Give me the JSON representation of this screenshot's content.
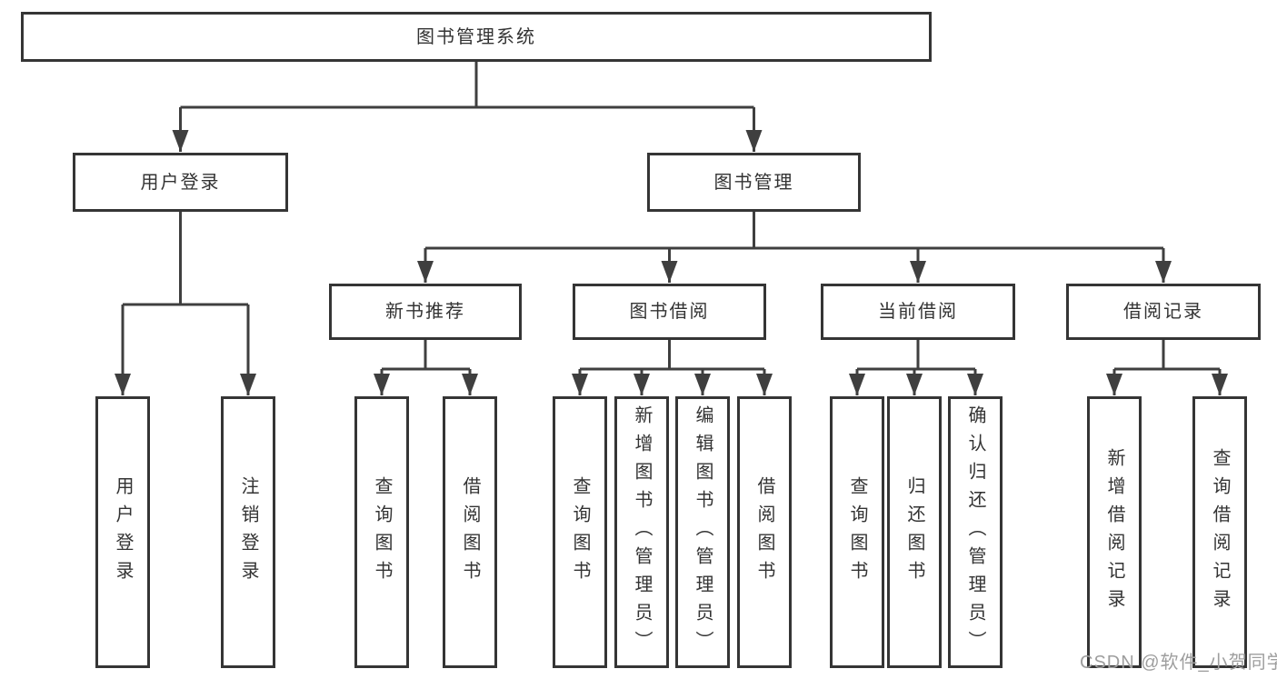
{
  "diagram": {
    "root": {
      "label": "图书管理系统"
    },
    "level2": [
      {
        "label": "用户登录"
      },
      {
        "label": "图书管理"
      }
    ],
    "level3": [
      {
        "label": "新书推荐"
      },
      {
        "label": "图书借阅"
      },
      {
        "label": "当前借阅"
      },
      {
        "label": "借阅记录"
      }
    ],
    "leaves": {
      "user_login": [
        {
          "label": "用户登录"
        },
        {
          "label": "注销登录"
        }
      ],
      "new_book": [
        {
          "label": "查询图书"
        },
        {
          "label": "借阅图书"
        }
      ],
      "borrow": [
        {
          "label": "查询图书"
        },
        {
          "label": "新增图书（管理员）"
        },
        {
          "label": "编辑图书（管理员）"
        },
        {
          "label": "借阅图书"
        }
      ],
      "current": [
        {
          "label": "查询图书"
        },
        {
          "label": "归还图书"
        },
        {
          "label": "确认归还（管理员）"
        }
      ],
      "records": [
        {
          "label": "新增借阅记录"
        },
        {
          "label": "查询借阅记录"
        }
      ]
    }
  },
  "colors": {
    "line": "#3f3f3f",
    "box_border": "#353535",
    "text": "#333333",
    "watermark": "#9e9e9e",
    "background": "#ffffff"
  },
  "watermark": {
    "text": "CSDN @软件_小贺同学"
  }
}
